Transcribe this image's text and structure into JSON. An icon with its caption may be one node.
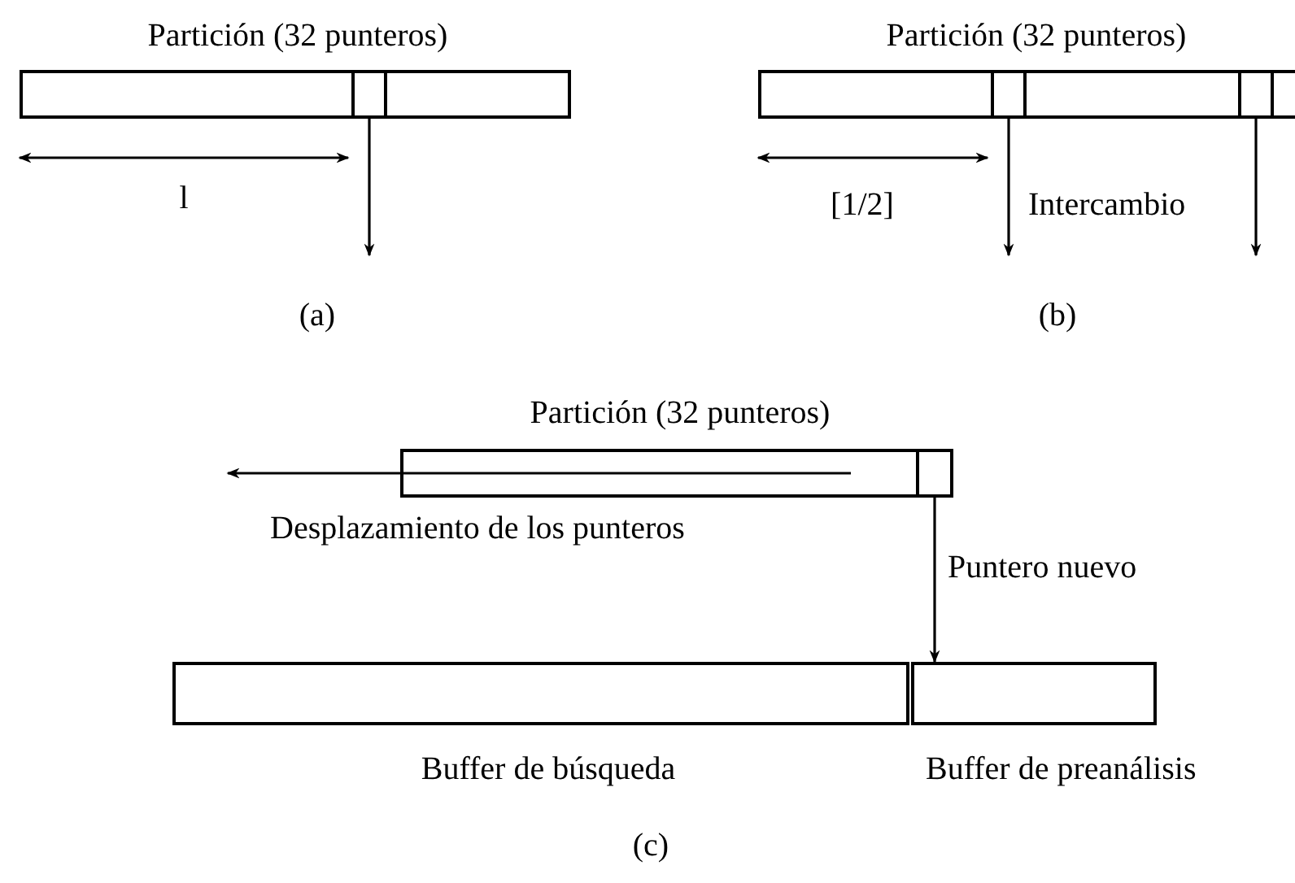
{
  "diagram": {
    "nodes": [
      {
        "text": [
          "Partición (32 punteros)"
        ]
      },
      {
        "text": [],
        "shape": "box",
        "in": 0
      },
      {
        "text": [
          "Partición (32 punteros)"
        ]
      },
      {
        "text": [],
        "shape": "box",
        "in": 2
      },
      {
        "text": [],
        "shape": "box",
        "in": 2
      },
      {
        "text": [
          "Partición (32 punteros)"
        ]
      },
      {
        "text": [],
        "shape": "box",
        "in": 5
      },
      {
        "text": [
          "Buffer de búsqueda"
        ]
      },
      {
        "text": [
          "Buffer de preanálisis"
        ]
      }
    ],
    "edges": [
      {
        "from": 1,
        "to": null,
        "arrow": "to"
      },
      {
        "from": 3,
        "to": null,
        "arrow": "to"
      },
      {
        "from": 4,
        "to": null,
        "arrow": "to"
      },
      {
        "from": 6,
        "to": 8,
        "arrow": "to",
        "label": "Puntero nuevo"
      }
    ],
    "labels": [
      "l",
      "(a)",
      "[1/2]",
      "Intercambio",
      "(b)",
      "Desplazamiento de los punteros",
      "(c)"
    ]
  }
}
